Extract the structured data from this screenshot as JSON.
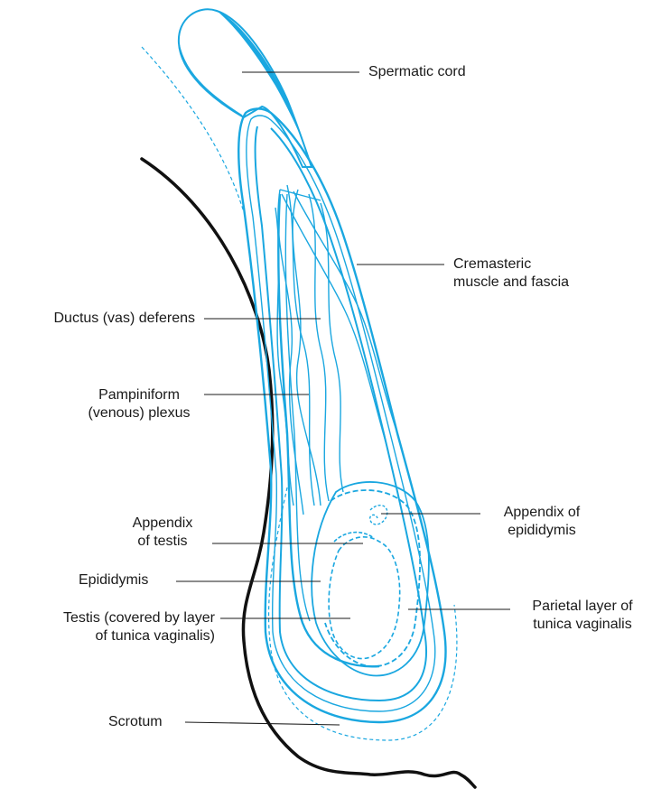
{
  "colors": {
    "structure": "#1aa7e0",
    "skin": "#111111",
    "leader": "#1a1a1a",
    "text": "#1a1a1a",
    "background": "#ffffff"
  },
  "labels": {
    "spermatic_cord": "Spermatic cord",
    "cremasteric": [
      "Cremasteric",
      "muscle and fascia"
    ],
    "ductus_deferens": "Ductus (vas) deferens",
    "pampiniform": [
      "Pampiniform",
      "(venous) plexus"
    ],
    "appendix_epididymis": [
      "Appendix of",
      "epididymis"
    ],
    "appendix_testis": [
      "Appendix",
      "of testis"
    ],
    "epididymis": "Epididymis",
    "parietal_layer": [
      "Parietal layer of",
      "tunica vaginalis"
    ],
    "testis": [
      "Testis (covered by layer",
      "of tunica vaginalis)"
    ],
    "scrotum": "Scrotum"
  }
}
